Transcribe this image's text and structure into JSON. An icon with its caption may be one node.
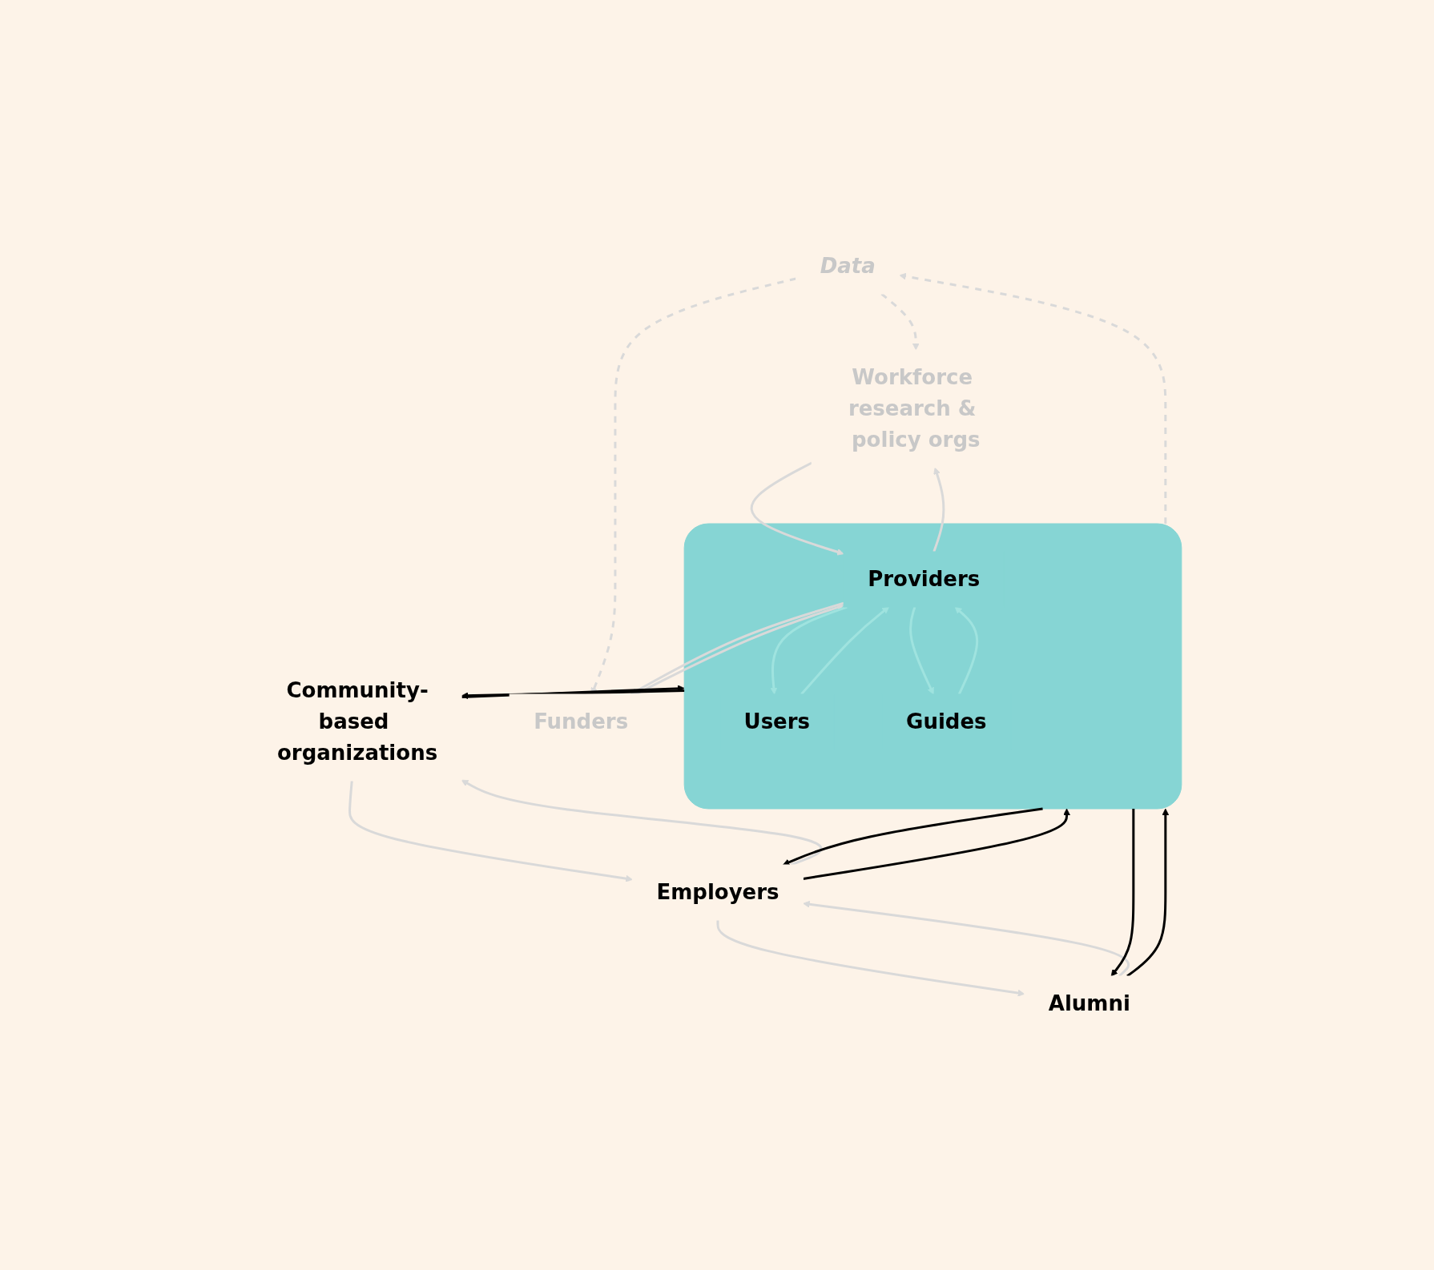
{
  "diagram": {
    "nodes": [
      {
        "text": [
          "Data"
        ]
      },
      {
        "text": [
          "Workforce research & policy orgs"
        ]
      },
      {
        "text": [
          "Funders"
        ]
      },
      {
        "text": [],
        "shape": "box"
      },
      {
        "text": [
          "Providers"
        ],
        "in": 3
      },
      {
        "text": [
          "Users"
        ],
        "in": 3
      },
      {
        "text": [
          "Guides"
        ],
        "in": 3
      },
      {
        "text": [
          "Community-based organizations"
        ]
      },
      {
        "text": [
          "Alumni"
        ]
      },
      {
        "text": [
          "Employers"
        ]
      }
    ],
    "edges": [
      {
        "from": 0,
        "to": 1,
        "arrow": "to",
        "style": "dashed"
      },
      {
        "from": 0,
        "to": 2,
        "arrow": "to",
        "style": "dashed"
      },
      {
        "from": 3,
        "to": 0,
        "arrow": "to",
        "style": "dashed"
      },
      {
        "from": 2,
        "to": 4,
        "arrow": "to"
      },
      {
        "from": 4,
        "to": 2,
        "arrow": "to"
      },
      {
        "from": 4,
        "to": 1,
        "arrow": "to"
      },
      {
        "from": 1,
        "to": 4,
        "arrow": "to"
      },
      {
        "from": 4,
        "to": 5,
        "arrow": "to",
        "color": "#9fe3df"
      },
      {
        "from": 5,
        "to": 4,
        "arrow": "to",
        "color": "#9fe3df"
      },
      {
        "from": 4,
        "to": 6,
        "arrow": "to",
        "color": "#9fe3df"
      },
      {
        "from": 6,
        "to": 4,
        "arrow": "to",
        "color": "#9fe3df"
      },
      {
        "from": 7,
        "to": 3,
        "arrow": "to",
        "color": "#000000"
      },
      {
        "from": 3,
        "to": 7,
        "arrow": "to",
        "color": "#000000"
      },
      {
        "from": 9,
        "to": 3,
        "arrow": "to",
        "color": "#000000"
      },
      {
        "from": 3,
        "to": 9,
        "arrow": "to",
        "color": "#000000"
      },
      {
        "from": 8,
        "to": 3,
        "arrow": "to",
        "color": "#000000"
      },
      {
        "from": 3,
        "to": 8,
        "arrow": "to",
        "color": "#000000"
      },
      {
        "from": 7,
        "to": 9,
        "arrow": "to"
      },
      {
        "from": 9,
        "to": 7,
        "arrow": "to"
      },
      {
        "from": 9,
        "to": 8,
        "arrow": "to"
      },
      {
        "from": 8,
        "to": 9,
        "arrow": "to"
      }
    ]
  }
}
